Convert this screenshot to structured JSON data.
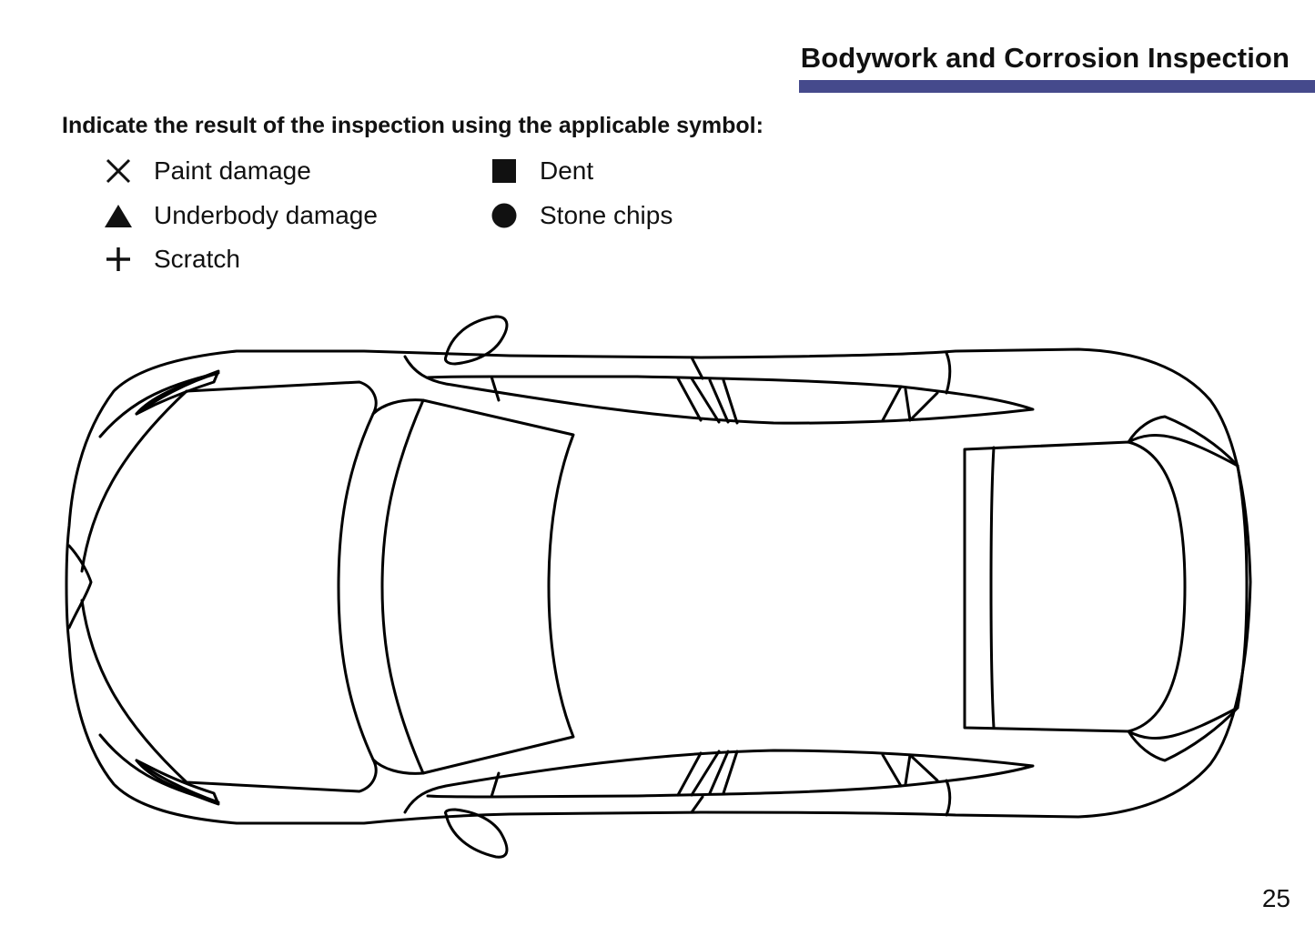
{
  "header": {
    "title": "Bodywork and Corrosion Inspection",
    "rule_color": "#454a8c"
  },
  "instruction": "Indicate the result of the inspection using the applicable symbol:",
  "legend": [
    {
      "icon": "x-icon",
      "label": "Paint damage"
    },
    {
      "icon": "triangle-icon",
      "label": "Underbody damage"
    },
    {
      "icon": "plus-icon",
      "label": "Scratch"
    },
    {
      "icon": "square-icon",
      "label": "Dent"
    },
    {
      "icon": "circle-icon",
      "label": "Stone chips"
    }
  ],
  "diagram": {
    "subject": "car-top-view-outline"
  },
  "page_number": "25"
}
